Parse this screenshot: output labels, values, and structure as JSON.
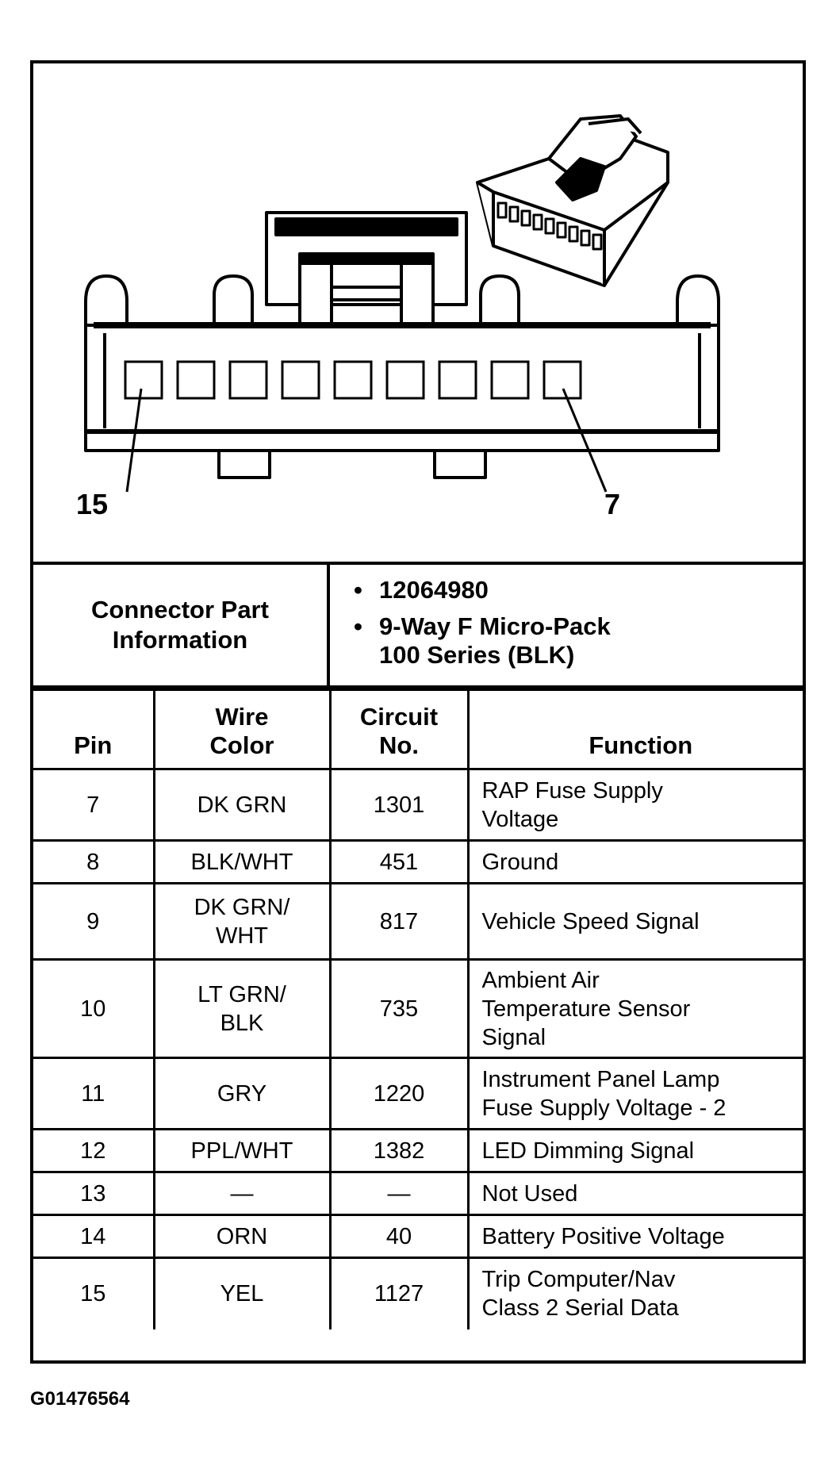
{
  "diagram": {
    "pin_callouts": [
      "15",
      "7"
    ],
    "cavity_count": 9
  },
  "part_info": {
    "label_line1": "Connector Part",
    "label_line2": "Information",
    "bullet": "•",
    "part_number": "12064980",
    "description_line1": "9-Way F Micro-Pack",
    "description_line2": "100 Series (BLK)"
  },
  "table": {
    "headers": {
      "pin": "Pin",
      "wire_color_line1": "Wire",
      "wire_color_line2": "Color",
      "circuit_line1": "Circuit",
      "circuit_line2": "No.",
      "function": "Function"
    },
    "rows": [
      {
        "pin": "7",
        "wire": [
          "DK GRN"
        ],
        "circuit": "1301",
        "function": [
          "RAP Fuse Supply",
          "Voltage"
        ]
      },
      {
        "pin": "8",
        "wire": [
          "BLK/WHT"
        ],
        "circuit": "451",
        "function": [
          "Ground"
        ]
      },
      {
        "pin": "9",
        "wire": [
          "DK GRN/",
          "WHT"
        ],
        "circuit": "817",
        "function": [
          "Vehicle Speed Signal"
        ]
      },
      {
        "pin": "10",
        "wire": [
          "LT GRN/",
          "BLK"
        ],
        "circuit": "735",
        "function": [
          "Ambient Air",
          "Temperature Sensor",
          "Signal"
        ]
      },
      {
        "pin": "11",
        "wire": [
          "GRY"
        ],
        "circuit": "1220",
        "function": [
          "Instrument Panel Lamp",
          "Fuse Supply Voltage - 2"
        ]
      },
      {
        "pin": "12",
        "wire": [
          "PPL/WHT"
        ],
        "circuit": "1382",
        "function": [
          "LED Dimming Signal"
        ]
      },
      {
        "pin": "13",
        "wire": [
          "—"
        ],
        "circuit": "—",
        "function": [
          "Not Used"
        ]
      },
      {
        "pin": "14",
        "wire": [
          "ORN"
        ],
        "circuit": "40",
        "function": [
          "Battery Positive Voltage"
        ]
      },
      {
        "pin": "15",
        "wire": [
          "YEL"
        ],
        "circuit": "1127",
        "function": [
          "Trip Computer/Nav",
          "Class 2 Serial Data"
        ]
      }
    ]
  },
  "figure_id": "G01476564"
}
